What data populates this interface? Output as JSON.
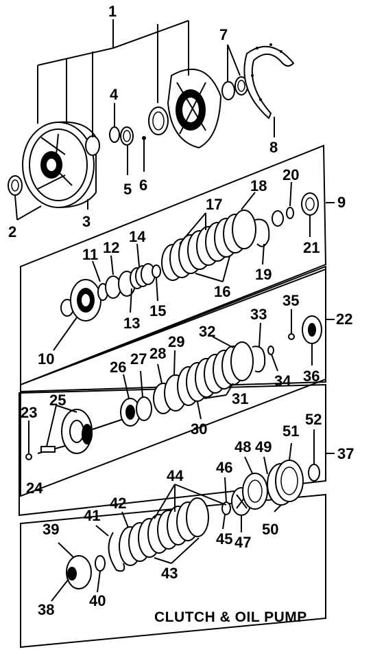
{
  "title": "CLUTCH & OIL PUMP",
  "callouts": {
    "c1": "1",
    "c2": "2",
    "c3": "3",
    "c4": "4",
    "c5": "5",
    "c6": "6",
    "c7": "7",
    "c8": "8",
    "c9": "9",
    "c10": "10",
    "c11": "11",
    "c12": "12",
    "c13": "13",
    "c14": "14",
    "c15": "15",
    "c16": "16",
    "c17": "17",
    "c18": "18",
    "c19": "19",
    "c20": "20",
    "c21": "21",
    "c22": "22",
    "c23": "23",
    "c24": "24",
    "c25": "25",
    "c26": "26",
    "c27": "27",
    "c28": "28",
    "c29": "29",
    "c30": "30",
    "c31": "31",
    "c32": "32",
    "c33": "33",
    "c34": "34",
    "c35": "35",
    "c36": "36",
    "c37": "37",
    "c38": "38",
    "c39": "39",
    "c40": "40",
    "c41": "41",
    "c42": "42",
    "c43": "43",
    "c44": "44",
    "c45": "45",
    "c46": "46",
    "c47": "47",
    "c48": "48",
    "c49": "49",
    "c50": "50",
    "c51": "51",
    "c52": "52"
  },
  "colors": {
    "ink": "#000000",
    "paper": "#ffffff"
  }
}
